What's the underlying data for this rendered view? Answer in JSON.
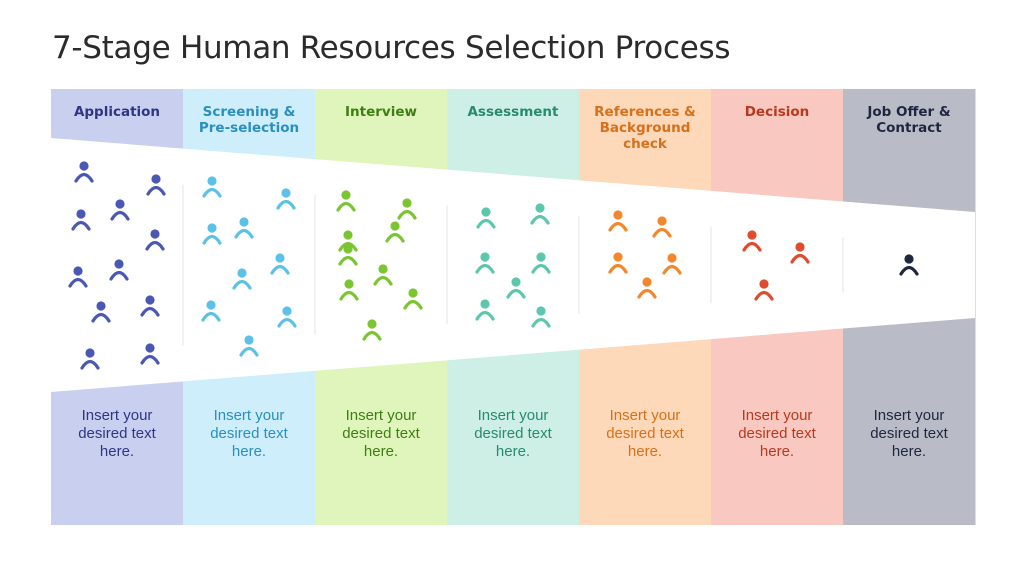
{
  "title": "7-Stage Human Resources Selection Process",
  "stages": [
    {
      "name": "Application",
      "description": "Insert your desired text here.",
      "people": 11,
      "band_color": "#c9cfef",
      "accent_color": "#4a58b3",
      "text_color": "#2e3684"
    },
    {
      "name": "Screening &\nPre-selection",
      "description": "Insert your desired text here.",
      "people": 9,
      "band_color": "#cdeefa",
      "accent_color": "#5bc1e8",
      "text_color": "#2b8fbf"
    },
    {
      "name": "Interview",
      "description": "Insert your desired text here.",
      "people": 9,
      "band_color": "#dff5bc",
      "accent_color": "#7ac531",
      "text_color": "#3d7f12"
    },
    {
      "name": "Assessment",
      "description": "Insert your desired text here.",
      "people": 7,
      "band_color": "#cdefe6",
      "accent_color": "#5cc7ae",
      "text_color": "#2a8a6e"
    },
    {
      "name": "References &\nBackground\ncheck",
      "description": "Insert your desired text here.",
      "people": 5,
      "band_color": "#fdd9b9",
      "accent_color": "#f2872b",
      "text_color": "#d8701b"
    },
    {
      "name": "Decision",
      "description": "Insert your desired text here.",
      "people": 3,
      "band_color": "#f9c8c0",
      "accent_color": "#e24a2e",
      "text_color": "#b83a1e"
    },
    {
      "name": "Job Offer &\nContract",
      "description": "Insert your desired text here.",
      "people": 1,
      "band_color": "#b9bcc7",
      "accent_color": "#1e2640",
      "text_color": "#1e2640"
    }
  ]
}
